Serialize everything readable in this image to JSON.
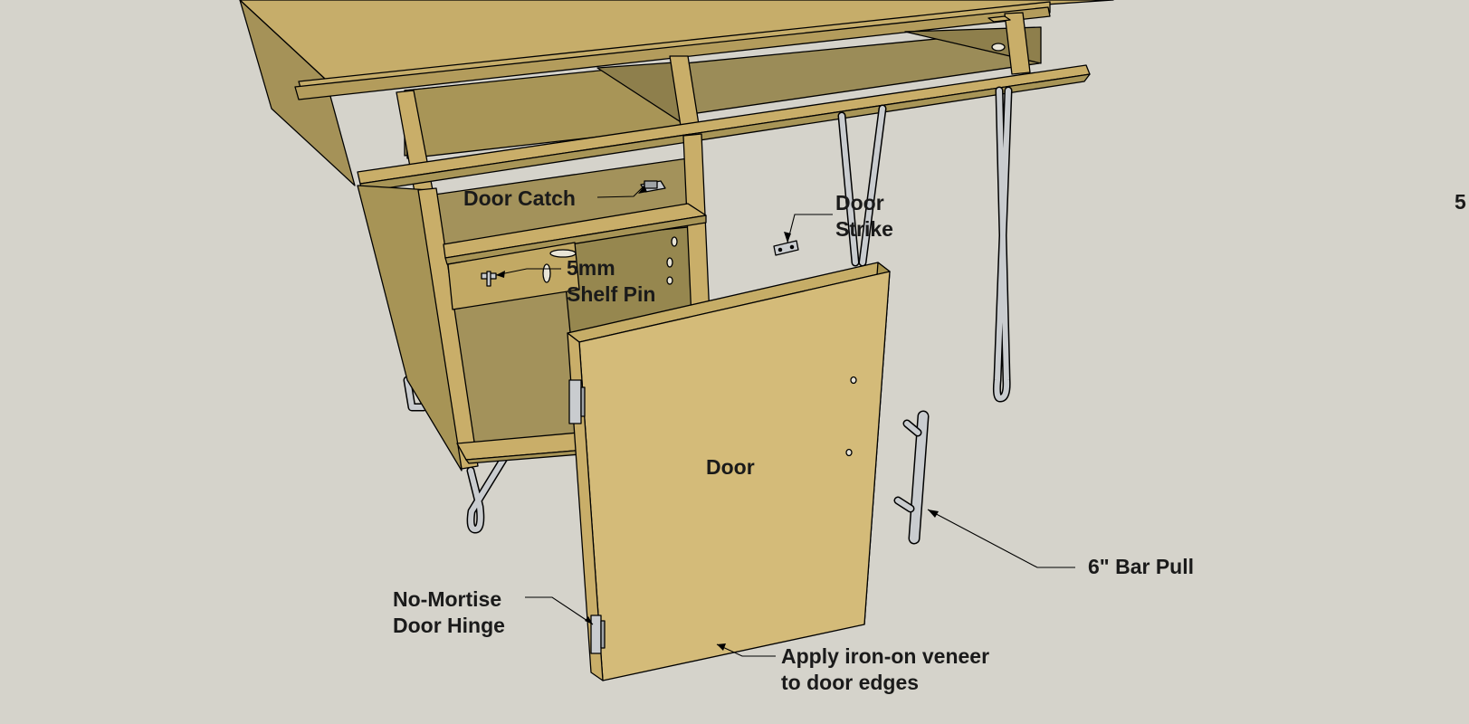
{
  "diagram": {
    "labels": {
      "door_catch": "Door Catch",
      "door_strike_line1": "Door",
      "door_strike_line2": "Strike",
      "shelf_pin_line1": "5mm",
      "shelf_pin_line2": "Shelf Pin",
      "door": "Door",
      "bar_pull": "6\" Bar Pull",
      "hinge_line1": "No-Mortise",
      "hinge_line2": "Door Hinge",
      "veneer_line1": "Apply iron-on veneer",
      "veneer_line2": "to door edges",
      "page_number": "5"
    },
    "colors": {
      "background": "#d5d3cb",
      "wood_face": "#d4bb79",
      "wood_shade": "#a2915b",
      "wood_dark": "#8d7d4c",
      "wood_edge": "#c7ad67",
      "metal": "#c9cccf",
      "outline": "#000000"
    }
  }
}
